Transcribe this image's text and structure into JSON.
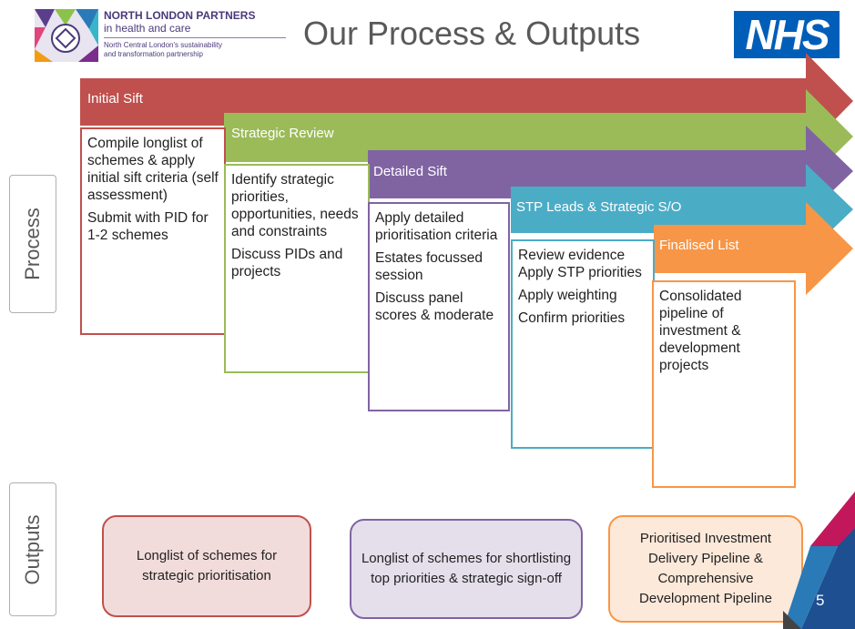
{
  "header": {
    "org_line1": "NORTH LONDON PARTNERS",
    "org_line2": "in health and care",
    "org_line3": "North Central London's sustainability",
    "org_line4": "and transformation partnership",
    "title": "Our Process & Outputs",
    "nhs_logo": "NHS"
  },
  "side_labels": {
    "process": "Process",
    "outputs": "Outputs"
  },
  "stages": [
    {
      "label": "Initial Sift",
      "color": "#c0504d",
      "items": [
        "Compile longlist of schemes & apply initial sift criteria (self assessment)",
        "Submit with PID for 1-2 schemes"
      ]
    },
    {
      "label": "Strategic Review",
      "color": "#9bbb59",
      "items": [
        "Identify strategic priorities, opportunities, needs and constraints",
        "Discuss PIDs and projects"
      ]
    },
    {
      "label": "Detailed Sift",
      "color": "#8064a2",
      "items": [
        "Apply detailed prioritisation criteria",
        "Estates focussed session",
        "Discuss panel scores & moderate"
      ]
    },
    {
      "label": "STP Leads & Strategic S/O",
      "color": "#4bacc6",
      "items": [
        "Review evidence  Apply STP priorities",
        "Apply weighting",
        "Confirm priorities"
      ]
    },
    {
      "label": "Finalised List",
      "color": "#f79646",
      "items": [
        "Consolidated pipeline of investment & development projects"
      ]
    }
  ],
  "outputs": [
    {
      "text": "Longlist of schemes for strategic prioritisation",
      "border": "#c0504d",
      "fill": "#f2dcdb"
    },
    {
      "text": "Longlist of schemes for shortlisting top priorities & strategic sign-off",
      "border": "#8064a2",
      "fill": "#e5dfec"
    },
    {
      "text": "Prioritised Investment Delivery Pipeline & Comprehensive Development Pipeline",
      "border": "#f79646",
      "fill": "#fde9d9"
    }
  ],
  "page_number": "5"
}
